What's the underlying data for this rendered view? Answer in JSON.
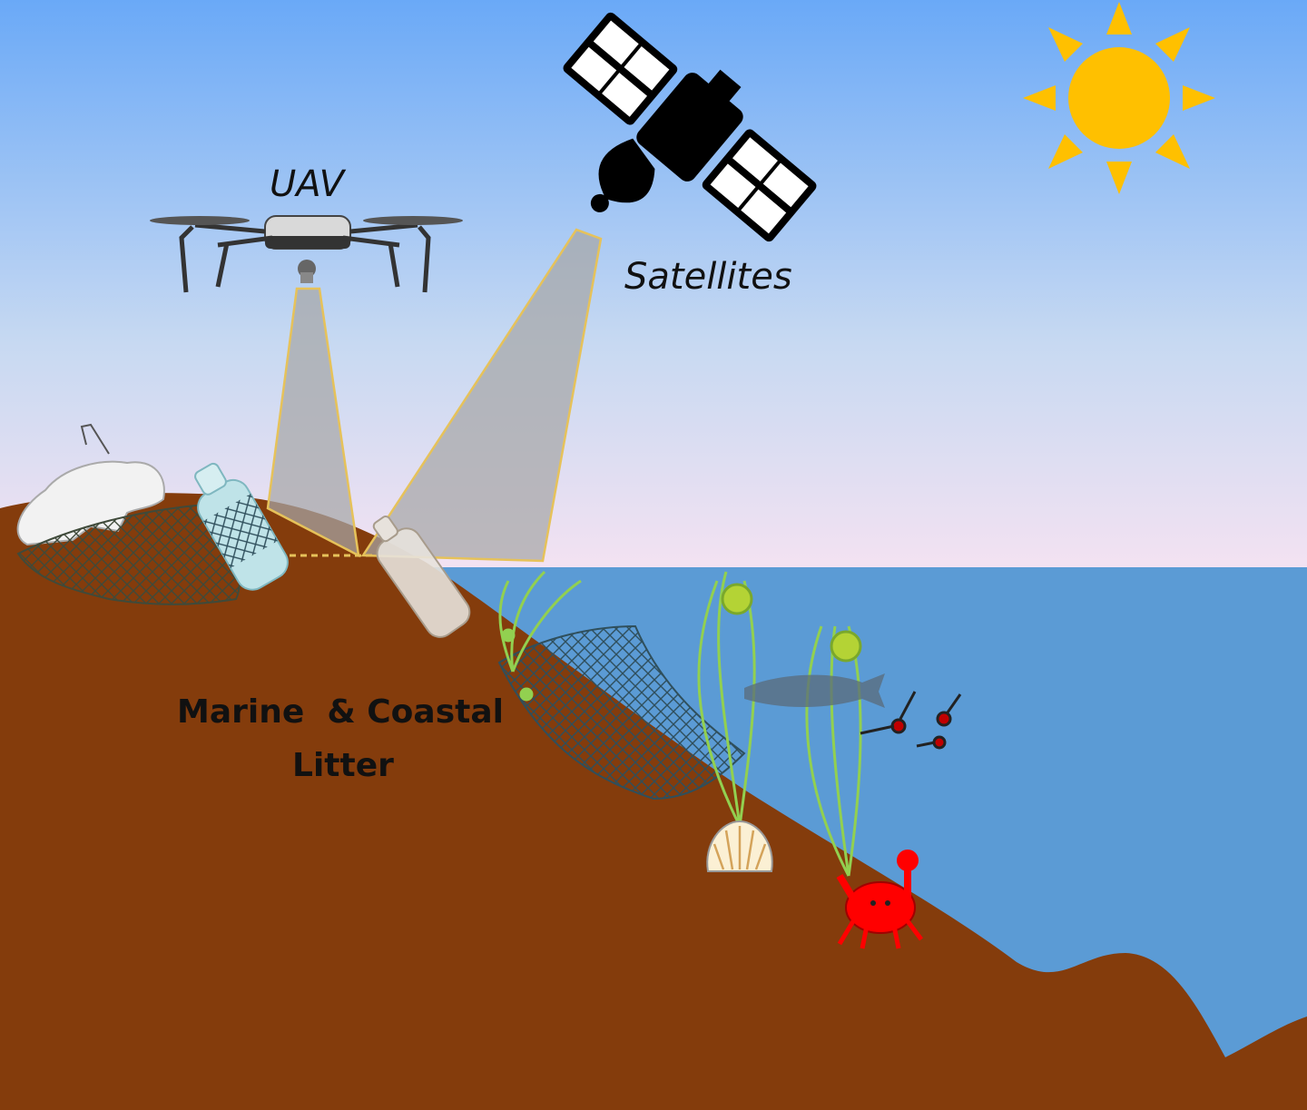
{
  "labels": {
    "uav": "UAV",
    "satellites": "Satellites",
    "litter_line1": "Marine  & Coastal",
    "litter_line2": "Litter"
  },
  "colors": {
    "sky_top": "#6aa9f7",
    "sky_bottom": "#f4e2f2",
    "sea": "#5b9bd5",
    "seabed": "#843c0c",
    "sun": "#ffc000",
    "beam_fill": "#a6a6a6",
    "beam_edge": "#e6c25a",
    "seaweed": "#92d050",
    "crab": "#ff0000"
  },
  "icons": [
    "sun-icon",
    "satellite-icon",
    "drone-icon",
    "fish-icon",
    "crab-icon",
    "shell-icon",
    "bottle-icon",
    "net-icon",
    "animal-icon",
    "seaweed-icon"
  ]
}
